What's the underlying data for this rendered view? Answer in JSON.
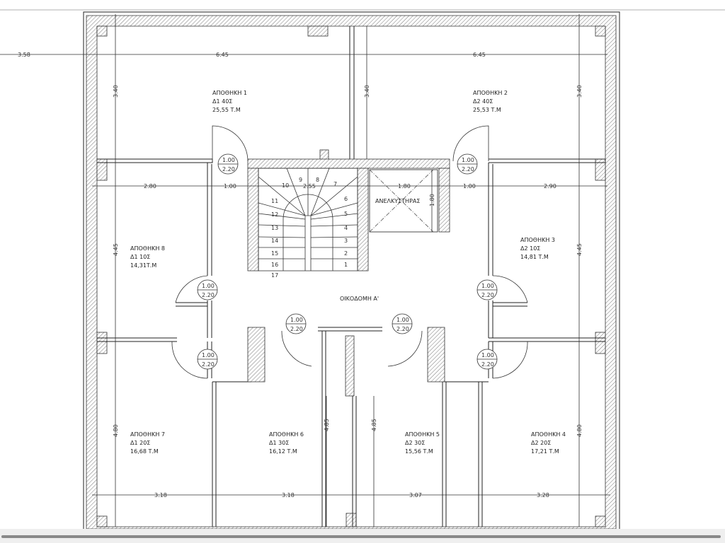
{
  "rooms": [
    {
      "name": "ΑΠΟΘΗΚΗ 1",
      "code": "Δ1 40Σ",
      "area": "25,55 Τ.Μ"
    },
    {
      "name": "ΑΠΟΘΗΚΗ 2",
      "code": "Δ2 40Σ",
      "area": "25,53 Τ.Μ"
    },
    {
      "name": "ΑΠΟΘΗΚΗ 3",
      "code": "Δ2 10Σ",
      "area": "14,81 Τ.Μ"
    },
    {
      "name": "ΑΠΟΘΗΚΗ 4",
      "code": "Δ2 20Σ",
      "area": "17,21 Τ.Μ"
    },
    {
      "name": "ΑΠΟΘΗΚΗ 5",
      "code": "Δ2 30Σ",
      "area": "15,56 Τ.Μ"
    },
    {
      "name": "ΑΠΟΘΗΚΗ 6",
      "code": "Δ1 30Σ",
      "area": "16,12 Τ.Μ"
    },
    {
      "name": "ΑΠΟΘΗΚΗ 7",
      "code": "Δ1 20Σ",
      "area": "16,68 Τ.Μ"
    },
    {
      "name": "ΑΠΟΘΗΚΗ 8",
      "code": "Δ1 10Σ",
      "area": "14,31Τ.Μ"
    }
  ],
  "labels": {
    "elevator": "ΑΝΕΛΚΥΣΤΗΡΑΣ",
    "building": "ΟΙΚΟΔΟΜΗ Α'"
  },
  "door": {
    "width": "1.00",
    "height": "2.20"
  },
  "dims": {
    "top": [
      "3.58",
      "6.45",
      "6.45"
    ],
    "mid": [
      "2.80",
      "1.00",
      "2.55",
      "1.80",
      "1.00",
      "2.90"
    ],
    "bottom": [
      "3.18",
      "3.18",
      "3.07",
      "3.28"
    ],
    "left": [
      "3.40",
      "4.45",
      "4.80"
    ],
    "right": [
      "3.40",
      "4.45",
      "4.80"
    ],
    "center_top": "3.40",
    "center_bottom": [
      "4.85",
      "4.85"
    ],
    "elevator_h": "1.80"
  },
  "stairs": [
    "1",
    "2",
    "3",
    "4",
    "5",
    "6",
    "7",
    "8",
    "9",
    "10",
    "11",
    "12",
    "13",
    "14",
    "15",
    "16",
    "17"
  ]
}
